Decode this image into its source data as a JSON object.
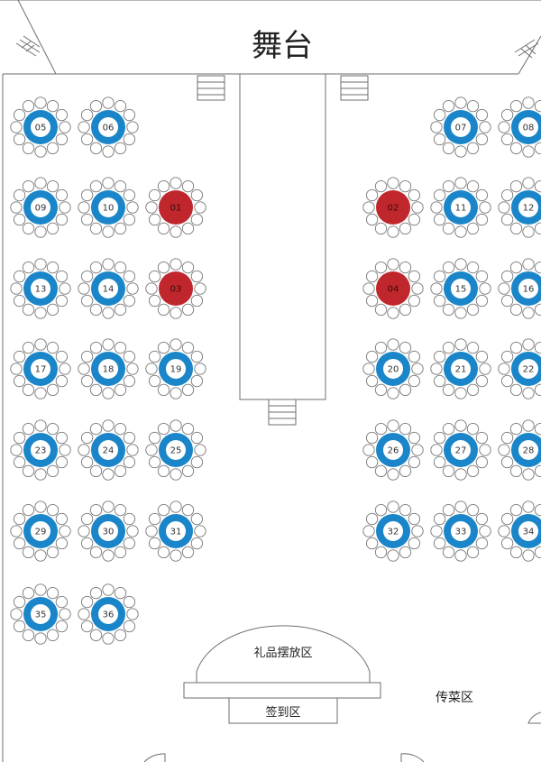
{
  "stage": {
    "label": "舞台"
  },
  "zones": {
    "gift": "礼品摆放区",
    "signin": "签到区",
    "serving": "传菜区"
  },
  "colors": {
    "table_blue": "#1a86c9",
    "table_red": "#c0272d",
    "line": "#6e6e6e",
    "chair_stroke": "#777777"
  },
  "tables": [
    {
      "label": "05",
      "vip": false
    },
    {
      "label": "06",
      "vip": false
    },
    {
      "label": "07",
      "vip": false
    },
    {
      "label": "08",
      "vip": false
    },
    {
      "label": "09",
      "vip": false
    },
    {
      "label": "10",
      "vip": false
    },
    {
      "label": "01",
      "vip": true
    },
    {
      "label": "02",
      "vip": true
    },
    {
      "label": "11",
      "vip": false
    },
    {
      "label": "12",
      "vip": false
    },
    {
      "label": "13",
      "vip": false
    },
    {
      "label": "14",
      "vip": false
    },
    {
      "label": "03",
      "vip": true
    },
    {
      "label": "04",
      "vip": true
    },
    {
      "label": "15",
      "vip": false
    },
    {
      "label": "16",
      "vip": false
    },
    {
      "label": "17",
      "vip": false
    },
    {
      "label": "18",
      "vip": false
    },
    {
      "label": "19",
      "vip": false
    },
    {
      "label": "20",
      "vip": false
    },
    {
      "label": "21",
      "vip": false
    },
    {
      "label": "22",
      "vip": false
    },
    {
      "label": "23",
      "vip": false
    },
    {
      "label": "24",
      "vip": false
    },
    {
      "label": "25",
      "vip": false
    },
    {
      "label": "26",
      "vip": false
    },
    {
      "label": "27",
      "vip": false
    },
    {
      "label": "28",
      "vip": false
    },
    {
      "label": "29",
      "vip": false
    },
    {
      "label": "30",
      "vip": false
    },
    {
      "label": "31",
      "vip": false
    },
    {
      "label": "32",
      "vip": false
    },
    {
      "label": "33",
      "vip": false
    },
    {
      "label": "34",
      "vip": false
    },
    {
      "label": "35",
      "vip": false
    },
    {
      "label": "36",
      "vip": false
    }
  ]
}
